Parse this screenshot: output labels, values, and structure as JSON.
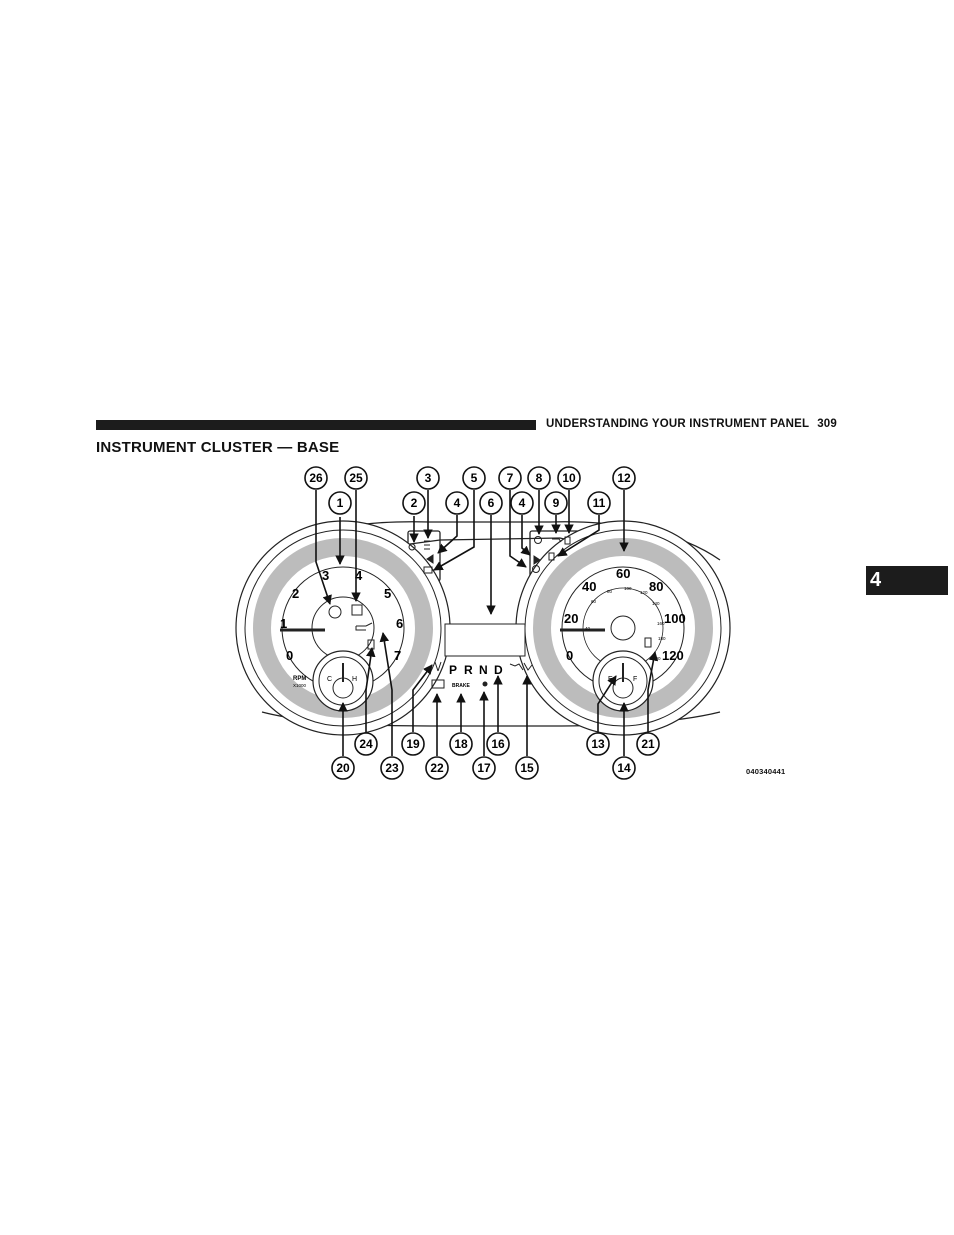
{
  "header": {
    "section_label": "UNDERSTANDING YOUR INSTRUMENT PANEL",
    "page_number": "309"
  },
  "title": "INSTRUMENT CLUSTER — BASE",
  "chapter_tab": "4",
  "figure": {
    "code": "040340441",
    "tachometer": {
      "labels": [
        "0",
        "1",
        "2",
        "3",
        "4",
        "5",
        "6",
        "7"
      ],
      "unit_line1": "RPM",
      "unit_line2": "X1000"
    },
    "speedometer": {
      "outer_labels": [
        "0",
        "20",
        "40",
        "60",
        "80",
        "100",
        "120"
      ],
      "inner_labels": [
        "40",
        "60",
        "80",
        "100",
        "120",
        "140",
        "160",
        "180",
        "200"
      ]
    },
    "temp_gauge": {
      "cold": "C",
      "hot": "H"
    },
    "fuel_gauge": {
      "empty": "E",
      "full": "F"
    },
    "gear_indicator": [
      "P",
      "R",
      "N",
      "D"
    ],
    "brake_label": "BRAKE",
    "callouts": [
      "1",
      "2",
      "3",
      "4",
      "5",
      "6",
      "7",
      "8",
      "9",
      "10",
      "11",
      "12",
      "13",
      "14",
      "15",
      "16",
      "17",
      "18",
      "19",
      "20",
      "21",
      "22",
      "23",
      "24",
      "25",
      "26"
    ]
  }
}
